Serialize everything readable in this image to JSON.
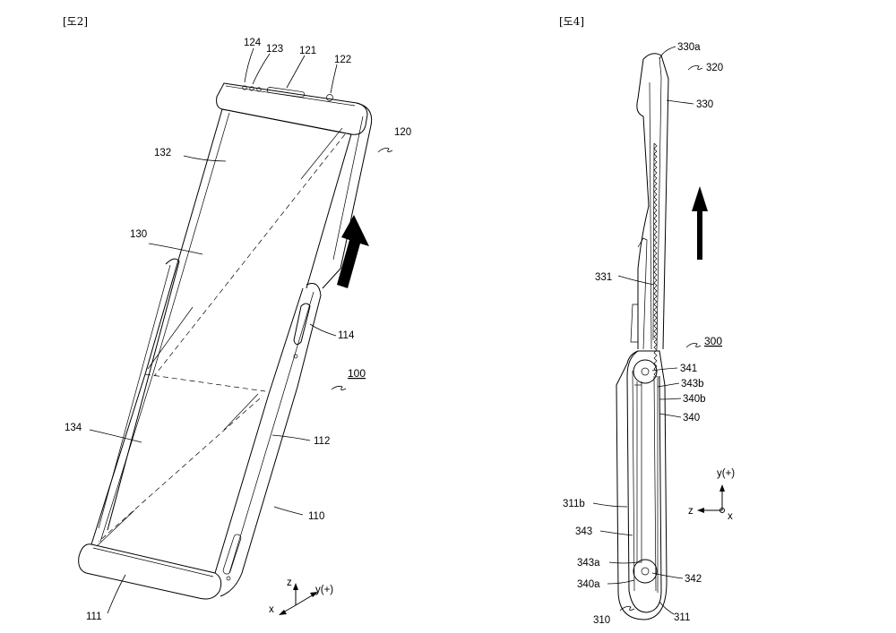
{
  "figures": {
    "left": {
      "caption": "[도2]",
      "labels": {
        "l124": "124",
        "l123": "123",
        "l121": "121",
        "l122": "122",
        "l120": "120",
        "l132": "132",
        "l130": "130",
        "l114": "114",
        "l100": "100",
        "l134": "134",
        "l112": "112",
        "l110": "110",
        "l111": "111"
      },
      "axes": {
        "z": "z",
        "y": "y(+)",
        "x": "x"
      }
    },
    "right": {
      "caption": "[도4]",
      "labels": {
        "l330a": "330a",
        "l320": "320",
        "l330": "330",
        "l331": "331",
        "l300": "300",
        "l341": "341",
        "l343b": "343b",
        "l340b": "340b",
        "l340": "340",
        "l311b": "311b",
        "l343": "343",
        "l343a": "343a",
        "l342": "342",
        "l340a": "340a",
        "l310": "310",
        "l311": "311"
      },
      "axes": {
        "y": "y(+)",
        "z": "z",
        "x": "x"
      }
    }
  },
  "colors": {
    "ink": "#000000",
    "background": "#ffffff"
  }
}
